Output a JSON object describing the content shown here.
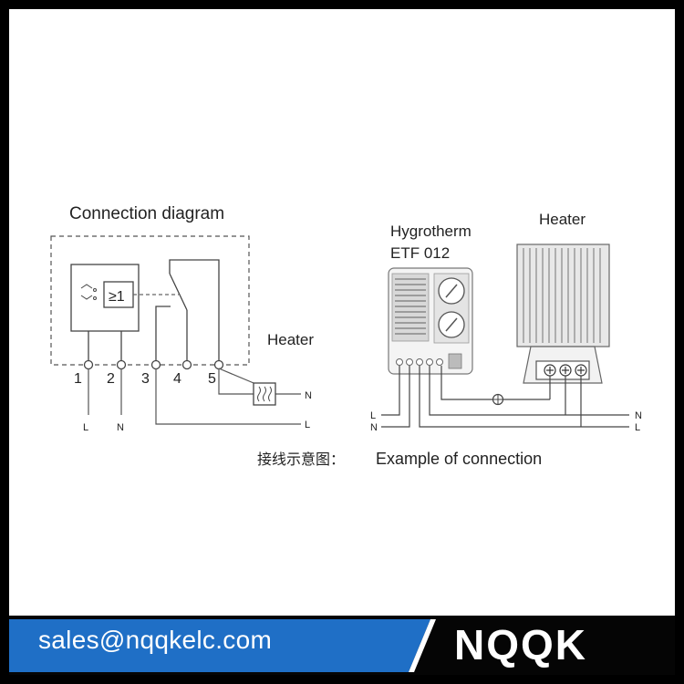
{
  "left_diagram": {
    "title": "Connection diagram",
    "heater_label": "Heater",
    "symbol_gate": "≥1",
    "terminals": [
      "1",
      "2",
      "3",
      "4",
      "5"
    ],
    "line_labels": [
      "L",
      "N",
      "N",
      "L"
    ]
  },
  "right_diagram": {
    "device_name": "Hygrotherm",
    "device_model": "ETF 012",
    "heater_label": "Heater",
    "left_labels": [
      "L",
      "N"
    ],
    "right_labels": [
      "N",
      "L"
    ]
  },
  "caption": {
    "chinese": "接线示意图：",
    "english": "Example of connection"
  },
  "footer": {
    "email": "sales@nqqkelc.com",
    "brand": "NQQK",
    "colors": {
      "banner_blue": "#1f6fc6",
      "banner_dark": "#050505",
      "text": "#ffffff"
    }
  }
}
